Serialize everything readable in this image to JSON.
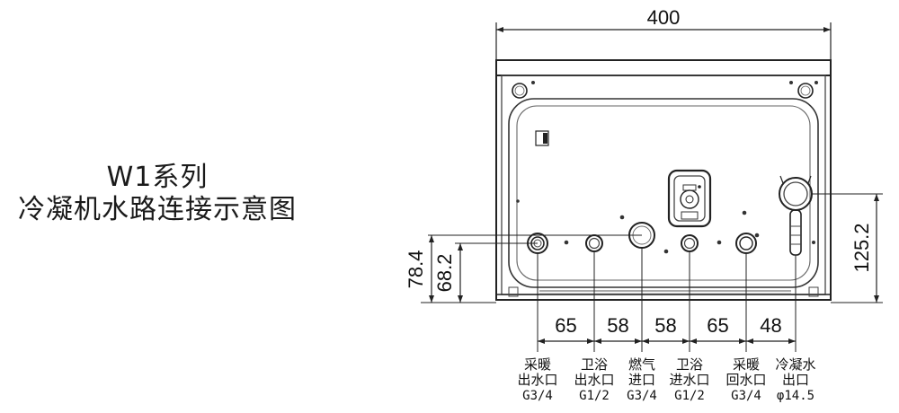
{
  "title": {
    "line1": "W1系列",
    "line2": "冷凝机水路连接示意图"
  },
  "dimensions": {
    "width": "400",
    "height_right": "125.2",
    "height_left_outer": "78.4",
    "height_left_inner": "68.2",
    "spacings": [
      "65",
      "58",
      "58",
      "65",
      "48"
    ]
  },
  "ports": [
    {
      "line1": "采暖",
      "line2": "出水口",
      "spec": "G3/4"
    },
    {
      "line1": "卫浴",
      "line2": "出水口",
      "spec": "G1/2"
    },
    {
      "line1": "燃气",
      "line2": "进口",
      "spec": "G3/4"
    },
    {
      "line1": "卫浴",
      "line2": "进水口",
      "spec": "G1/2"
    },
    {
      "line1": "采暖",
      "line2": "回水口",
      "spec": "G3/4"
    },
    {
      "line1": "冷凝水",
      "line2": "出口",
      "spec": "φ14.5"
    }
  ]
}
